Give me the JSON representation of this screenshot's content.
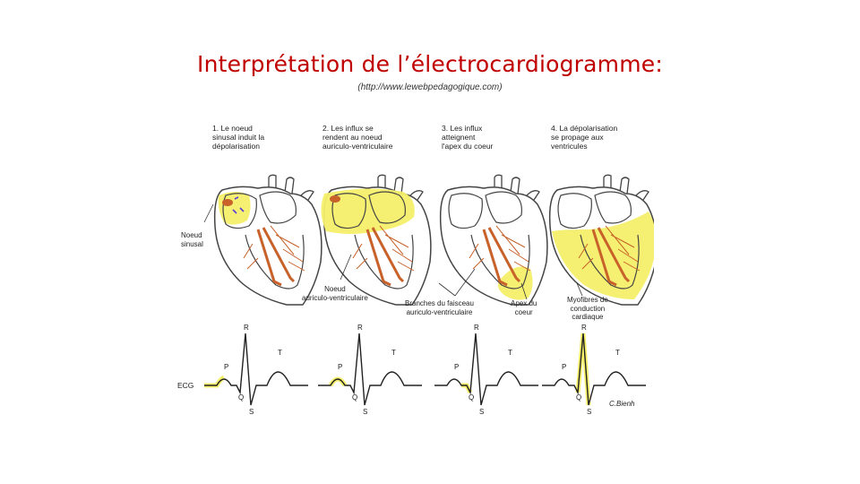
{
  "title": "Interprétation de l’électrocardiogramme:",
  "source": "(http://www.lewebpedagogique.com)",
  "colors": {
    "title": "#c00000",
    "highlight": "#f5ef6a",
    "fibers": "#c8622a",
    "outline": "#444444"
  },
  "steps": [
    {
      "caption": "1. Le noeud\nsinusal induit la\ndépolarisation"
    },
    {
      "caption": "2. Les influx se\nrendent au noeud\nauriculo-ventriculaire"
    },
    {
      "caption": "3. Les influx\natteignent\nl'apex du coeur"
    },
    {
      "caption": "4. La dépolarisation\nse propage aux\nventricules"
    }
  ],
  "labels": {
    "sa_node": "Noeud\nsinusal",
    "av_node": "Noeud\nauriculo-ventriculaire",
    "bundle_branches": "Branches du faisceau\nauriculo-ventriculaire",
    "apex": "Apex du\ncoeur",
    "purkinje": "Myofibres de\nconduction\ncardiaque"
  },
  "ecg": {
    "label": "ECG",
    "waves": {
      "p": "P",
      "q": "Q",
      "r": "R",
      "s": "S",
      "t": "T"
    }
  },
  "signature": "C.Bienh"
}
